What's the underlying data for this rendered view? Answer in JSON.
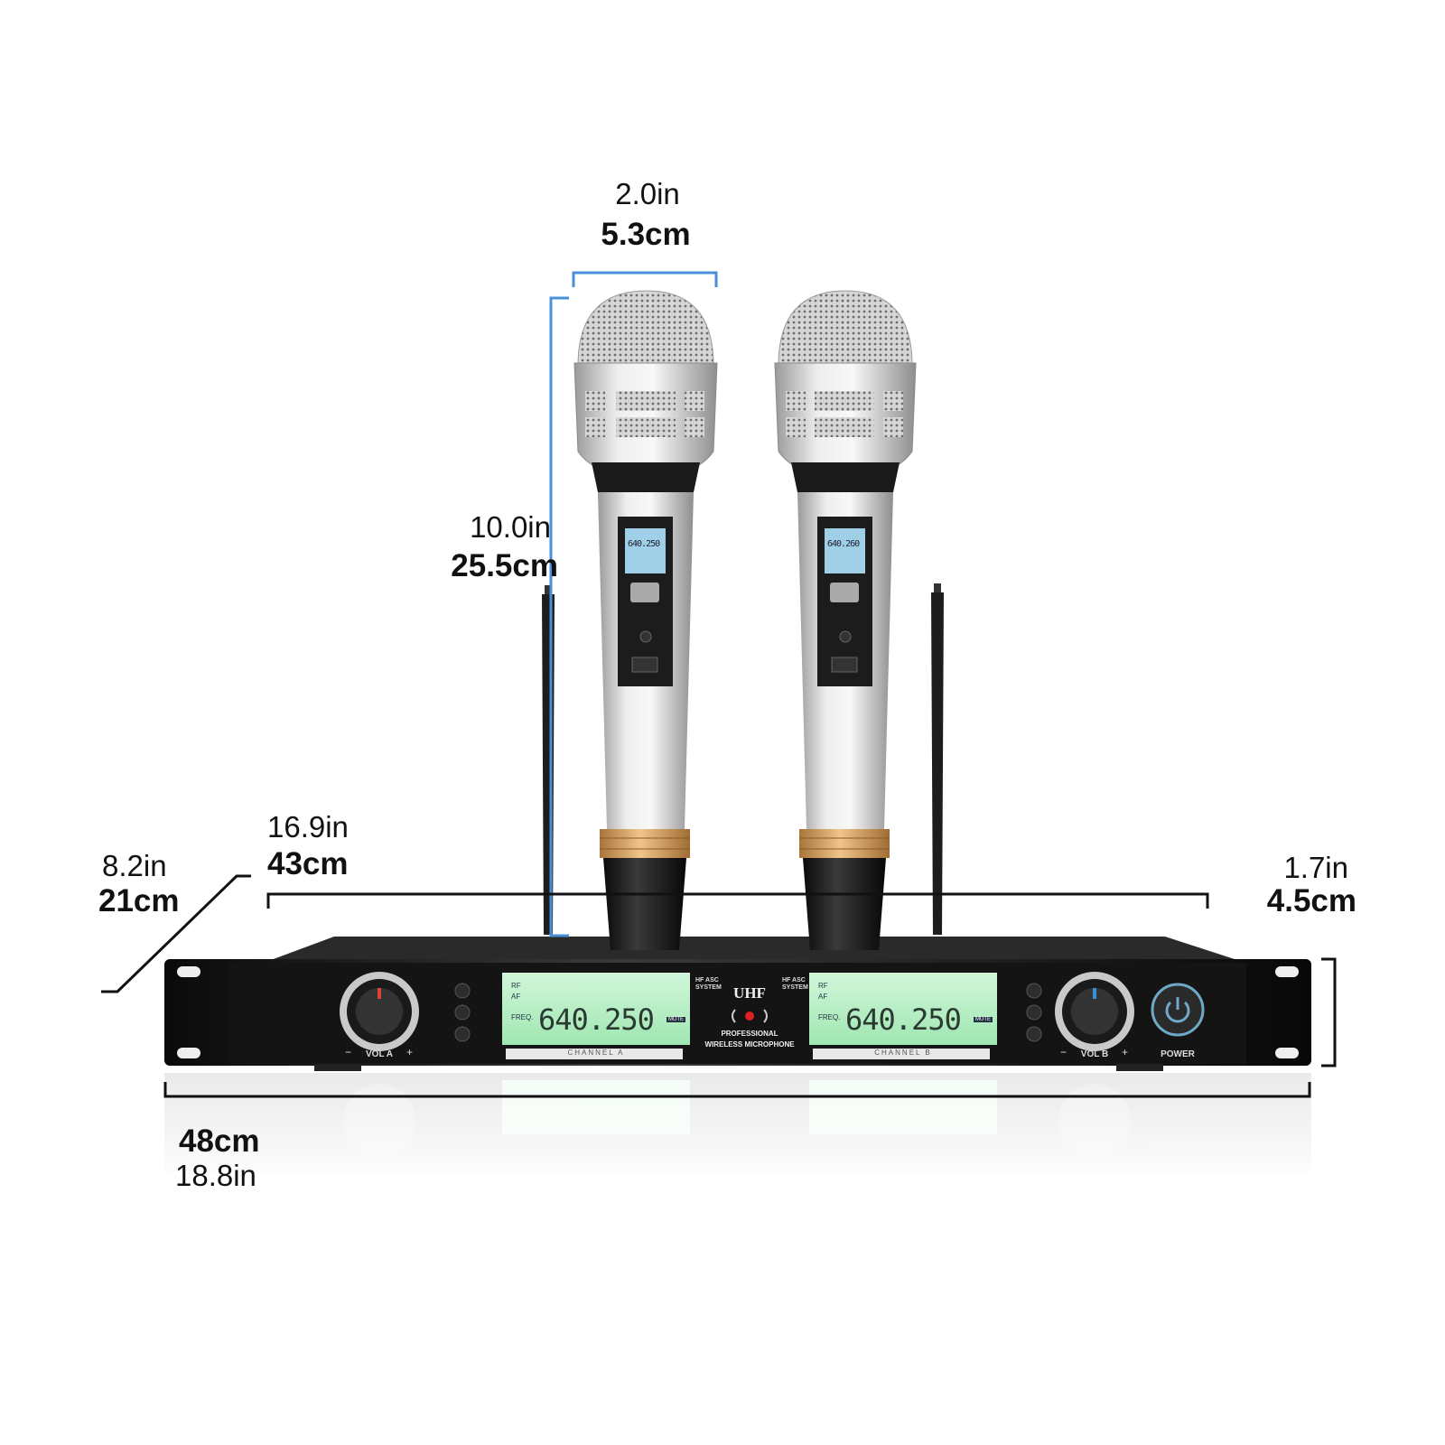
{
  "dimensions": {
    "mic_width": {
      "in": "2.0in",
      "cm": "5.3cm"
    },
    "mic_height": {
      "in": "10.0in",
      "cm": "25.5cm"
    },
    "body_width": {
      "in": "16.9in",
      "cm": "43cm"
    },
    "depth": {
      "in": "8.2in",
      "cm": "21cm"
    },
    "height": {
      "in": "1.7in",
      "cm": "4.5cm"
    },
    "overall_width": {
      "in": "18.8in",
      "cm": "48cm"
    }
  },
  "receiver": {
    "brand": "UHF",
    "tagline_line1": "PROFESSIONAL",
    "tagline_line2": "WIRELESS MICROPHONE",
    "system_label": "HF ASC SYSTEM",
    "power_label": "POWER",
    "knob_a_label": "VOL A",
    "knob_b_label": "VOL B",
    "minus": "−",
    "plus": "+",
    "channel_a": {
      "label": "CHANNEL A",
      "frequency": "640.250",
      "rf": "RF",
      "af": "AF",
      "freq": "FREQ.",
      "mute": "MUTE"
    },
    "channel_b": {
      "label": "CHANNEL B",
      "frequency": "640.250",
      "rf": "RF",
      "af": "AF",
      "freq": "FREQ.",
      "mute": "MUTE"
    }
  },
  "microphones": {
    "mic_a": {
      "display": "640.250"
    },
    "mic_b": {
      "display": "640.260"
    }
  },
  "colors": {
    "dimension_line_blue": "#4a90d9",
    "lcd_green": "#b9f0c8",
    "gold_ring": "#d9a45e",
    "chassis": "#1a1a1a"
  }
}
